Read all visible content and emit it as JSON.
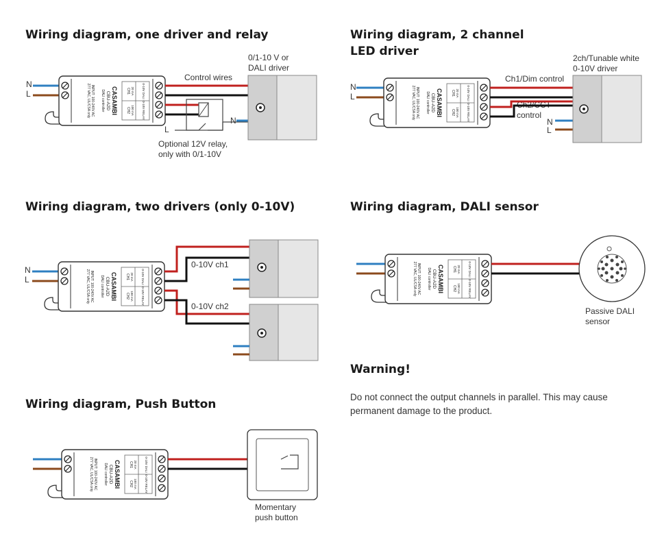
{
  "sections": {
    "one_driver": {
      "title": "Wiring diagram, one driver and relay",
      "driver_label": "0/1-10 V or DALI driver",
      "control_wires": "Control wires",
      "relay_label": "Optional 12V relay, only with 0/1-10V",
      "n": "N",
      "l": "L"
    },
    "two_channel": {
      "title_line1": "Wiring diagram, 2 channel",
      "title_line2": "LED driver",
      "driver_label": "2ch/Tunable white 0-10V driver",
      "ch1_label": "Ch1/Dim control",
      "ch2_label": "Ch2/CCT control",
      "n": "N",
      "l": "L"
    },
    "two_drivers": {
      "title": "Wiring diagram, two drivers (only 0-10V)",
      "ch1_label": "0-10V ch1",
      "ch2_label": "0-10V ch2",
      "n": "N",
      "l": "L"
    },
    "dali_sensor": {
      "title": "Wiring diagram, DALI sensor",
      "sensor_label": "Passive DALI sensor"
    },
    "push_button": {
      "title": "Wiring diagram, Push Button",
      "button_label": "Momentary push button"
    },
    "warning": {
      "title": "Warning!",
      "text": "Do not connect the output channels in parallel. This may cause permanent damage to the product."
    }
  },
  "device": {
    "brand": "CASAMBI",
    "model": "CBU-A2D",
    "function": "DALI controller",
    "input": "INPUT: 100-240V AC",
    "rating": "277 VAC, UL/CSA only",
    "ch1": "CH1",
    "ch2": "CH2",
    "out_ma_1": "20 mA",
    "out_ma_2": "100 mA",
    "dali": "0-10V DALI",
    "relay": "0-10V RELAY"
  },
  "colors": {
    "live_wire": "#c0201e",
    "neutral_wire": "#111111",
    "blue_wire": "#2e7fc1",
    "brown_wire": "#8b4a1c",
    "driver_box": "#d9d9d9",
    "device_body": "#ffffff"
  }
}
